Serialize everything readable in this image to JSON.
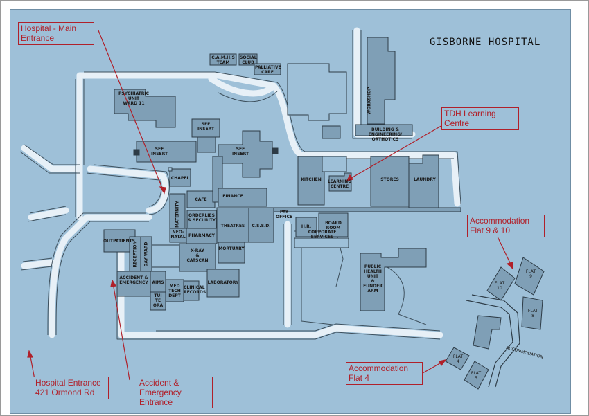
{
  "map_title": "GISBORNE HOSPITAL",
  "colors": {
    "background": "#9ec0d8",
    "road": "#c7dceb",
    "building": "#7f9fb6",
    "building_stroke": "#2d3b46",
    "callout": "#b0202a"
  },
  "callouts": {
    "main_entrance": "Hospital - Main\nEntrance",
    "tdh": "TDH Learning\nCentre",
    "flat9": "Accommodation\nFlat 9 & 10",
    "flat4": "Accommodation\nFlat 4",
    "entrance": "Hospital Entrance\n421 Ormond Rd",
    "ae": "Accident &\nEmergency\nEntrance"
  },
  "labels": {
    "camhs": "C.A.M.H.S\nTEAM",
    "social": "SOCIAL\nCLUB",
    "palliative": "PALLIATIVE\nCARE",
    "psych": "PSYCHIATRIC\nUNIT\nWARD 11",
    "workshop": "WORKSHOP",
    "building_eng": "BUILDING & ENGINEERING/\nORTHOTICS",
    "see_insert_1": "SEE\nINSERT",
    "see_insert_2": "SEE\nINSERT",
    "see_insert_3": "SEE\nINSERT",
    "kitchen": "KITCHEN",
    "learning": "LEARNING\nCENTRE",
    "stores": "STORES",
    "laundry": "LAUNDRY",
    "chapel": "CHAPEL",
    "cafe": "CAFE",
    "maternity": "MATERNITY",
    "finance": "FINANCE",
    "orderlies": "ORDERLIES\n& SECURITY",
    "pay_office": "PAY\nOFFICE",
    "hr": "H.R.",
    "board_room": "BOARD\nROOM",
    "corporate": "CORPORATE\nSERVICES",
    "neonatal": "NEO-\nNATAL",
    "pharmacy": "PHARMACY",
    "theatres": "THEATRES",
    "cssd": "C.S.S.D.",
    "outpatients": "OUTPATIENTS",
    "reception": "RECEPTION",
    "day_ward": "DAY WARD",
    "xray": "X-RAY\n&\nCATSCAN",
    "mortuary": "MORTUARY",
    "public_health": "PUBLIC\nHEALTH\nUNIT\n&\nFUNDER\nARM",
    "ae_building": "ACCIDENT &\nEMERGENCY",
    "aims": "AIMS",
    "med_tech": "MED\nTECH\nDEPT",
    "clinical_records": "CLINICAL\nRECORDS",
    "laboratory": "LABORATORY",
    "tui_te_ora": "TUI\nTE\nORA",
    "flat_10": "FLAT\n10",
    "flat_9": "FLAT\n9",
    "flat_8": "FLAT\n8",
    "flat_4": "FLAT\n4",
    "flat_5": "FLAT\n5",
    "accommodation": "ACCOMMODATION"
  }
}
